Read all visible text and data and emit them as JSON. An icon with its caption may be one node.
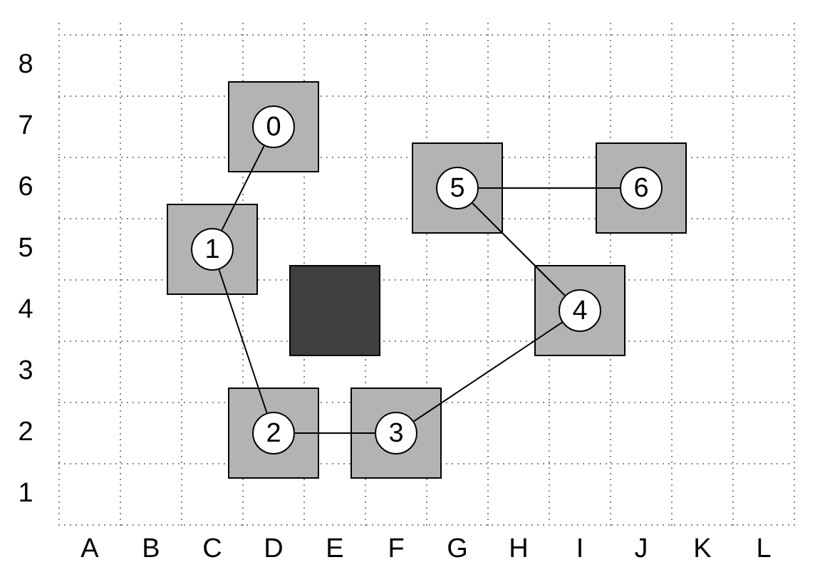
{
  "diagram": {
    "nodes": [
      {
        "text": [],
        "shape": "box"
      },
      {
        "text": [
          "0"
        ],
        "in": 0
      },
      {
        "text": [],
        "shape": "box"
      },
      {
        "text": [
          "1"
        ],
        "in": 2
      },
      {
        "text": [],
        "shape": "box"
      },
      {
        "text": [
          "2"
        ],
        "in": 4
      },
      {
        "text": [],
        "shape": "box"
      },
      {
        "text": [
          "3"
        ],
        "in": 6
      },
      {
        "text": [],
        "shape": "box"
      },
      {
        "text": [
          "4"
        ],
        "in": 8
      },
      {
        "text": [],
        "shape": "box"
      },
      {
        "text": [
          "5"
        ],
        "in": 10
      },
      {
        "text": [],
        "shape": "box"
      },
      {
        "text": [
          "6"
        ],
        "in": 12
      },
      {
        "text": [],
        "shape": "box"
      }
    ],
    "edges": [
      {
        "from": 1,
        "to": 3,
        "arrow": "none"
      },
      {
        "from": 3,
        "to": 5,
        "arrow": "none"
      },
      {
        "from": 5,
        "to": 7,
        "arrow": "none"
      },
      {
        "from": 7,
        "to": 9,
        "arrow": "none"
      },
      {
        "from": 9,
        "to": 11,
        "arrow": "none"
      },
      {
        "from": 11,
        "to": 13,
        "arrow": "none"
      }
    ],
    "labels": [
      "8",
      "7",
      "6",
      "5",
      "4",
      "3",
      "2",
      "1",
      "A",
      "B",
      "C",
      "D",
      "E",
      "F",
      "G",
      "H",
      "I",
      "J",
      "K",
      "L"
    ]
  }
}
